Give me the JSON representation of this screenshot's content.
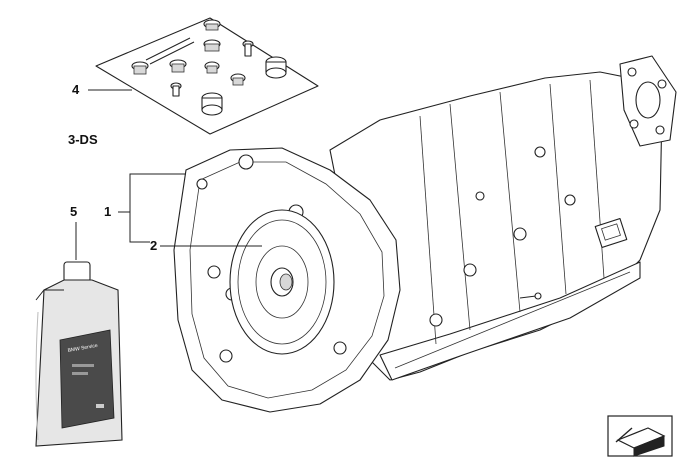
{
  "callouts": {
    "c1": "1",
    "c2": "2",
    "c3": "3-DS",
    "c4": "4",
    "c5": "5"
  },
  "bottle": {
    "label_text": "BMW Service"
  },
  "colors": {
    "line": "#222222",
    "bottle": "#e6e6e6",
    "bottle_label": "#4a4a4a"
  },
  "icons": [
    "parts-kit-card",
    "automatic-transmission",
    "torque-converter",
    "oil-bottle",
    "catalog-corner-icon"
  ]
}
